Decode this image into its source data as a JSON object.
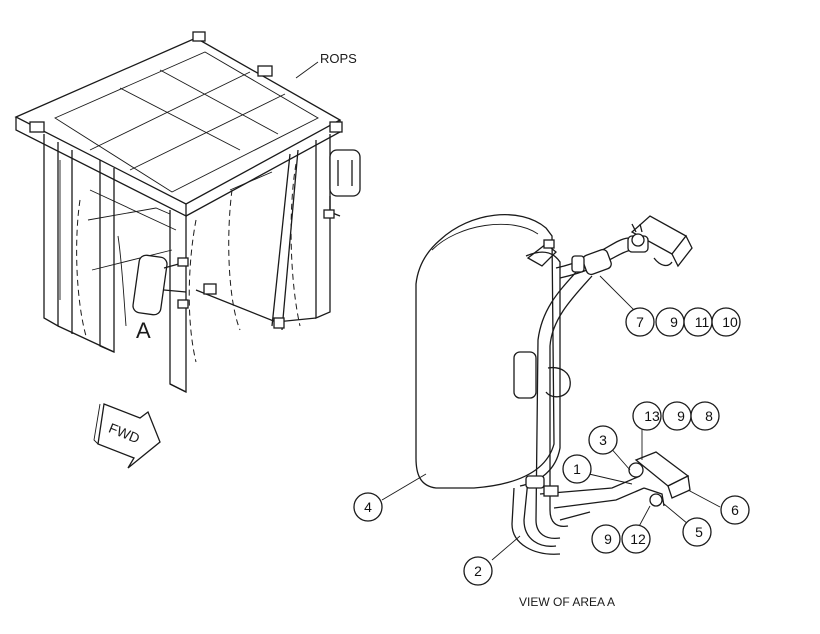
{
  "labels": {
    "rops": "ROPS",
    "area_marker": "A",
    "fwd": "FWD",
    "view_caption": "VIEW OF AREA  A"
  },
  "callouts": [
    "7",
    "9",
    "11",
    "10",
    "13",
    "9",
    "8",
    "3",
    "1",
    "4",
    "6",
    "5",
    "9",
    "12",
    "2"
  ]
}
